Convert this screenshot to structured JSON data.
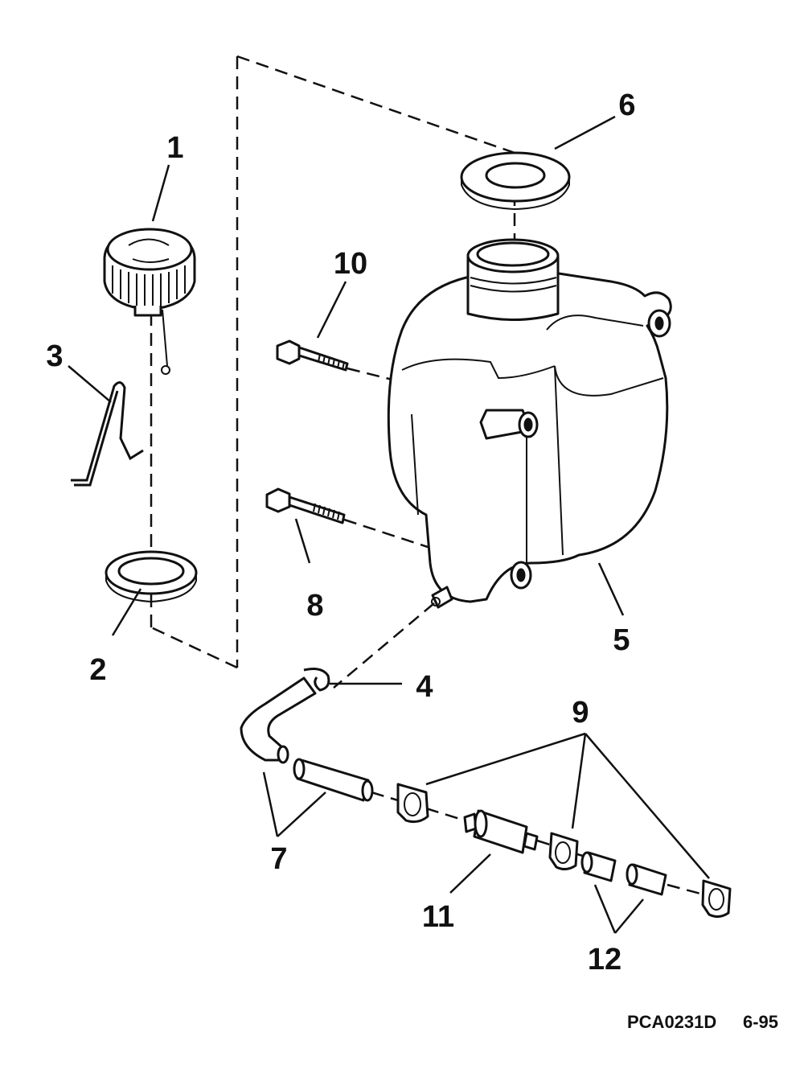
{
  "figure_code": "PCA0231D",
  "date_code": "6-95",
  "callouts": [
    {
      "id": "1",
      "label": "1"
    },
    {
      "id": "2",
      "label": "2"
    },
    {
      "id": "3",
      "label": "3"
    },
    {
      "id": "4",
      "label": "4"
    },
    {
      "id": "5",
      "label": "5"
    },
    {
      "id": "6",
      "label": "6"
    },
    {
      "id": "7",
      "label": "7"
    },
    {
      "id": "8",
      "label": "8"
    },
    {
      "id": "9",
      "label": "9"
    },
    {
      "id": "10",
      "label": "10"
    },
    {
      "id": "11",
      "label": "11"
    },
    {
      "id": "12",
      "label": "12"
    }
  ]
}
